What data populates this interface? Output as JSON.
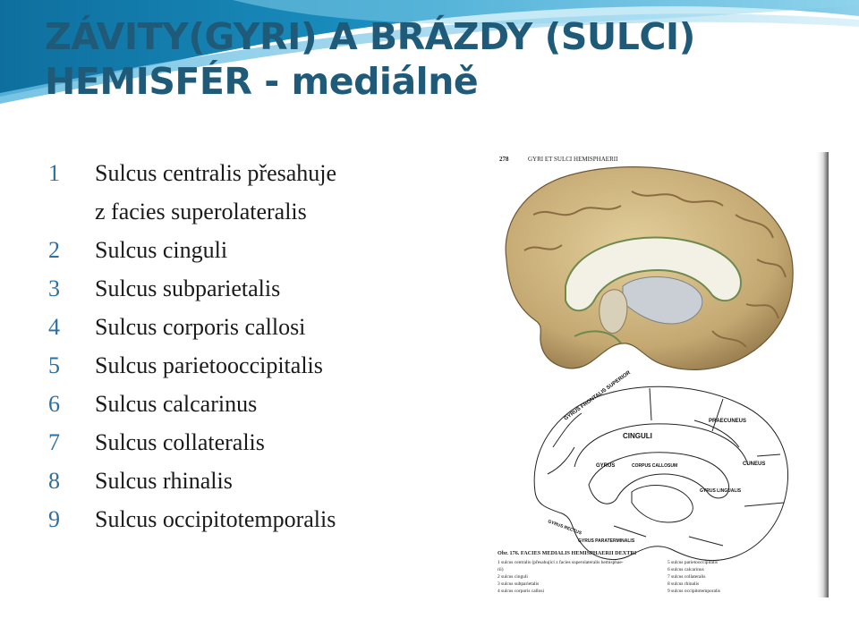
{
  "slide": {
    "title_line1": "ZÁVITY(GYRI) A BRÁZDY (SULCI)",
    "title_line2": "HEMISFÉR - mediálně",
    "items": [
      {
        "num": "1",
        "text": "Sulcus centralis přesahuje\nz facies superolateralis"
      },
      {
        "num": "2",
        "text": "Sulcus cinguli"
      },
      {
        "num": "3",
        "text": "Sulcus subparietalis"
      },
      {
        "num": "4",
        "text": "Sulcus corporis callosi"
      },
      {
        "num": "5",
        "text": "Sulcus parietooccipitalis"
      },
      {
        "num": "6",
        "text": "Sulcus calcarinus"
      },
      {
        "num": "7",
        "text": "Sulcus collateralis"
      },
      {
        "num": "8",
        "text": "Sulcus rhinalis"
      },
      {
        "num": "9",
        "text": "Sulcus occipitotemporalis"
      }
    ]
  },
  "figure": {
    "page_number": "278",
    "header": "GYRI ET SULCI HEMISPHAERII",
    "diagram_labels": {
      "superior": "GYRUS FRONTALIS SUPERIOR",
      "cinguli": "CINGULI",
      "praecuneus": "PRAECUNEUS",
      "cuneus": "CUNEUS",
      "gyrus": "GYRUS",
      "callosum": "CORPUS CALLOSUM",
      "rectus": "GYRUS RECTUS",
      "lingualis": "GYRUS LINGUALIS",
      "paraterminal": "GYRUS PARATERMINALIS"
    },
    "caption_title": "Obr. 176. FACIES MEDIALIS HEMISPHAERII DEXTRI",
    "caption_left": [
      "1 sulcus centralis (přesahující z facies superolateralis hemisphae-",
      "   rii)",
      "2 sulcus cinguli",
      "3 sulcus subparietalis",
      "4 sulcus corporis callosi"
    ],
    "caption_right": [
      "5 sulcus parietooccipitalis",
      "6 sulcus calcarinus",
      "7 sulcus collateralis",
      "8 sulcus rhinalis",
      "9 sulcus occipitotemporalis"
    ]
  },
  "colors": {
    "title": "#1f5a78",
    "number": "#2e6fa0",
    "swoosh": "#1b87b8",
    "brain": "#c9b07a"
  }
}
